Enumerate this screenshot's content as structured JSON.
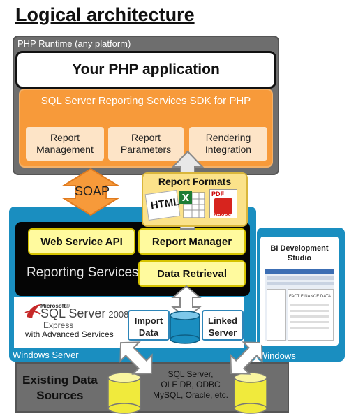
{
  "title": "Logical architecture",
  "php_runtime": {
    "label": "PHP Runtime (any platform)"
  },
  "php_app": {
    "label": "Your PHP application"
  },
  "sdk": {
    "title": "SQL Server Reporting Services SDK for PHP",
    "items": [
      {
        "line1": "Report",
        "line2": "Management"
      },
      {
        "line1": "Report",
        "line2": "Parameters"
      },
      {
        "line1": "Rendering",
        "line2": "Integration"
      }
    ]
  },
  "soap": {
    "label": "SOAP"
  },
  "report_formats": {
    "title": "Report Formats",
    "icons": [
      "html-icon",
      "excel-icon",
      "pdf-icon"
    ],
    "html_text": "HTML",
    "pdf_text": "PDF",
    "pdf_brand": "Adobe"
  },
  "reporting_services": {
    "label": "Reporting Services",
    "web_service_api": "Web Service API",
    "report_manager": "Report Manager",
    "data_retrieval": "Data Retrieval"
  },
  "sql_server": {
    "microsoft": "Microsoft®",
    "name": "SQL Server",
    "version": "2008",
    "edition": "Express",
    "with_advanced": "with Advanced Services"
  },
  "import_data": {
    "line1": "Import",
    "line2": "Data"
  },
  "linked_server": {
    "line1": "Linked",
    "line2": "Server"
  },
  "windows_server": {
    "label": "Windows Server"
  },
  "windows": {
    "label": "Windows"
  },
  "bi_studio": {
    "line1": "BI Development",
    "line2": "Studio",
    "screenshot_caption": "FACT FINANCE DATA"
  },
  "data_sources": {
    "label_line1": "Existing Data",
    "label_line2": "Sources",
    "line1": "SQL Server,",
    "line2": "OLE DB, ODBC",
    "line3": "MySQL, Oracle, etc."
  },
  "colors": {
    "runtime_gray": "#6e6e6e",
    "sdk_orange": "#f79a3a",
    "server_blue": "#1a8ec0",
    "button_yellow": "#fffa9e",
    "formats_yellow": "#fbe28a"
  }
}
